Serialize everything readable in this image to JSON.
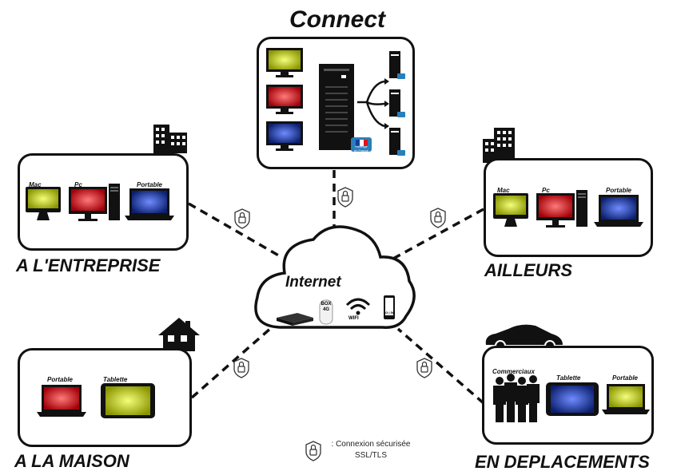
{
  "diagram": {
    "center": {
      "label": "Internet",
      "devices": [
        "BOX 4G",
        "WIFI",
        "4G | 5G"
      ]
    },
    "top": {
      "label": "Connect",
      "flag": "Hébergé en France"
    },
    "enterprise": {
      "label": "A L'ENTREPRISE",
      "devices": [
        "Mac",
        "Pc",
        "Portable"
      ]
    },
    "elsewhere": {
      "label": "AILLEURS",
      "devices": [
        "Mac",
        "Pc",
        "Portable"
      ]
    },
    "home": {
      "label": "A LA MAISON",
      "devices": [
        "Portable",
        "Tablette"
      ]
    },
    "travel": {
      "label": "EN DEPLACEMENTS",
      "devices": [
        "Commerciaux",
        "Tablette",
        "Portable"
      ]
    },
    "legend": {
      "line1": ": Connexion sécurisée",
      "line2": "SSL/TLS"
    }
  },
  "colors": {
    "yellow": "#c8d400",
    "red": "#e0141e",
    "blue": "#1a3aa8",
    "line": "#111111"
  }
}
